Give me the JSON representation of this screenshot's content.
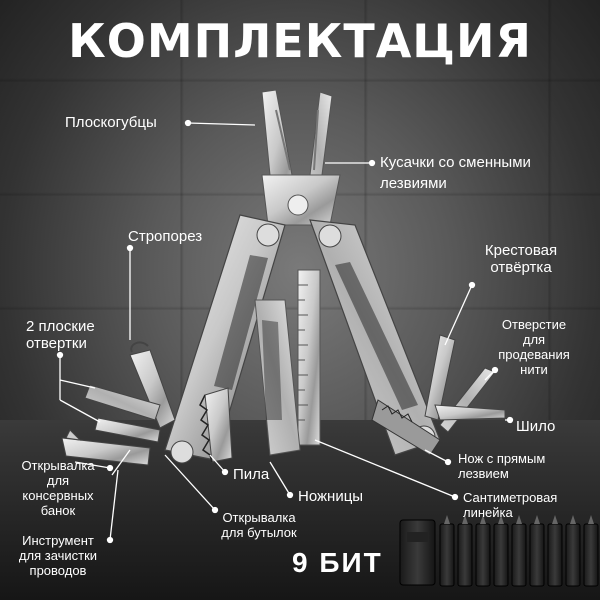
{
  "title": "КОМПЛЕКТАЦИЯ",
  "labels": {
    "pliers": "Плоскогубцы",
    "cutters_line1": "Кусачки со сменными",
    "cutters_line2": "лезвиями",
    "strap_cutter": "Стропорез",
    "phillips_line1": "Крестовая",
    "phillips_line2": "отвёртка",
    "flat_line1": "2 плоские",
    "flat_line2": "отвертки",
    "eyelet_line1": "Отверстие",
    "eyelet_line2": "для",
    "eyelet_line3": "продевания",
    "eyelet_line4": "нити",
    "awl": "Шило",
    "can_opener_line1": "Открывалка",
    "can_opener_line2": "для",
    "can_opener_line3": "консервных",
    "can_opener_line4": "банок",
    "saw": "Пила",
    "knife_line1": "Нож с прямым",
    "knife_line2": "лезвием",
    "scissors": "Ножницы",
    "ruler_line1": "Сантиметровая",
    "ruler_line2": "линейка",
    "bottle_opener_line1": "Открывалка",
    "bottle_opener_line2": "для бутылок",
    "stripper_line1": "Инструмент",
    "stripper_line2": "для зачистки",
    "stripper_line3": "проводов"
  },
  "bits": {
    "label": "9 БИТ"
  }
}
